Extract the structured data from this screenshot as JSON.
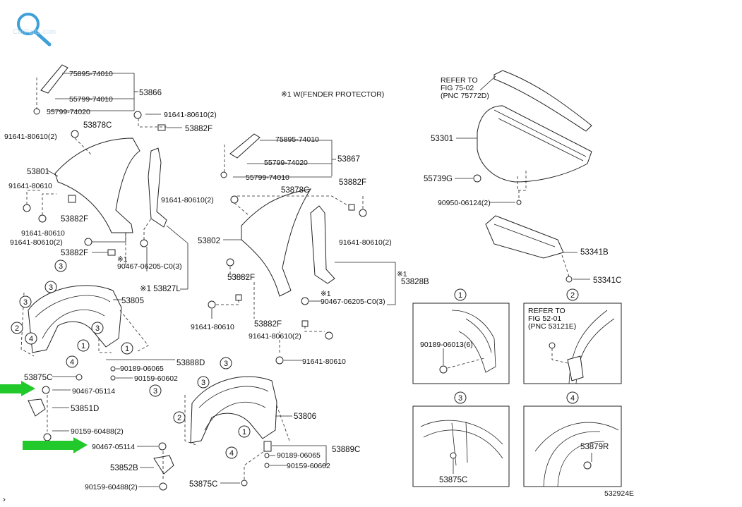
{
  "note": "※1 W(FENDER PROTECTOR)",
  "drawing_id": "532924E",
  "bottom_caret": "›",
  "watermark_text": "CarParts.com",
  "refer1": [
    "REFER TO",
    "FIG 75-02",
    "(PNC 75772D)"
  ],
  "refer2": [
    "REFER TO",
    "FIG 52-01",
    "(PNC 53121E)"
  ],
  "callouts": [
    "1",
    "2",
    "3",
    "4"
  ],
  "labels": {
    "p75895_l": "75895-74010",
    "p55799_l1": "55799-74010",
    "p55799_l2": "55799-74020",
    "p53866": "53866",
    "p91641_a": "91641-80610(2)",
    "p53878C_l": "53878C",
    "p53882F_a": "53882F",
    "p91641_b": "91641-80610(2)",
    "p53801": "53801",
    "p91641_c": "91641-80610",
    "p53882F_b": "53882F",
    "p91641_d": "91641-80610",
    "p91641_e": "91641-80610(2)",
    "p53882F_c": "53882F",
    "p91641_f": "91641-80610(2)",
    "p90467_a": "90467-06205-C0(3)",
    "p53827L": "※1 53827L",
    "p53805": "53805",
    "p53875C_l": "53875C",
    "p53888D": "53888D",
    "p90189_a": "90189-06065",
    "p90159_a": "90159-60602",
    "p90467_05114_a": "90467-05114",
    "p53851D": "53851D",
    "p90159_b": "90159-60488(2)",
    "p90467_05114_b": "90467-05114",
    "p53852B": "53852B",
    "p90159_c": "90159-60488(2)",
    "p75895_r": "75895-74010",
    "p55799_r1": "55799-74020",
    "p53867": "53867",
    "p55799_r2": "55799-74010",
    "p53878C_r": "53878C",
    "p53882F_d": "53882F",
    "p53802": "53802",
    "p53882F_e": "53882F",
    "p91641_g": "91641-80610",
    "p53882F_f": "53882F",
    "p91641_h": "91641-80610(2)",
    "p91641_i": "91641-80610",
    "p91641_j": "91641-80610(2)",
    "p90467_b": "90467-06205-C0(3)",
    "p53828B": "53828B",
    "p53806": "53806",
    "p53889C": "53889C",
    "p90189_b": "90189-06065",
    "p90159_d": "90159-60602",
    "p53875C_b": "53875C",
    "p53301": "53301",
    "p55739G": "55739G",
    "p90950": "90950-06124(2)",
    "p53341B": "53341B",
    "p53341C": "53341C",
    "p90189_c": "90189-06013(6)",
    "p53875C_c": "53875C",
    "p53879R": "53879R"
  },
  "colors": {
    "arrow": "#22c92a",
    "ink": "#222222",
    "watermark": "#3fa0d8"
  }
}
